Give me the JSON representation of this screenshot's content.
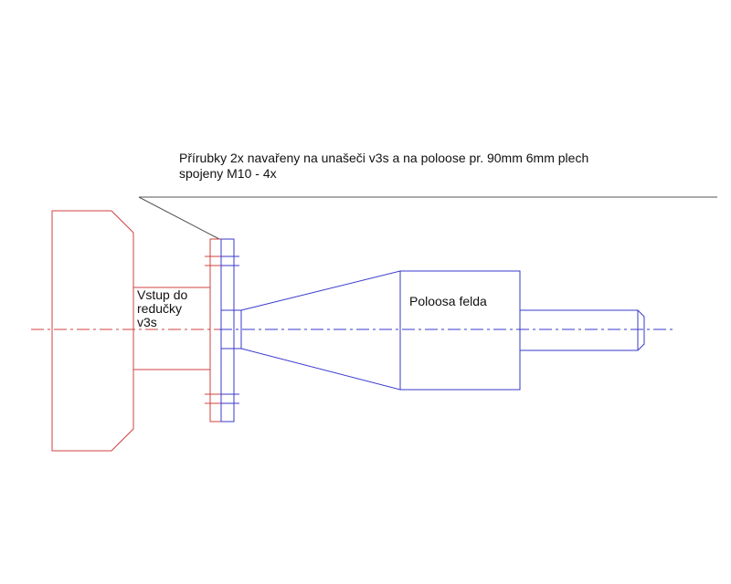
{
  "annotation": {
    "line1": "Přírubky 2x navařeny na unašeči v3s  a na poloose  pr. 90mm 6mm plech",
    "line2": "spojeny  M10 - 4x"
  },
  "labels": {
    "vstup_line1": "Vstup  do",
    "vstup_line2": "redučky",
    "vstup_line3": "v3s",
    "poloosa": "Poloosa  felda"
  },
  "colors": {
    "red_part": "#d04040",
    "blue_part": "#3a3acc",
    "leader": "#555555",
    "text": "#111111"
  }
}
